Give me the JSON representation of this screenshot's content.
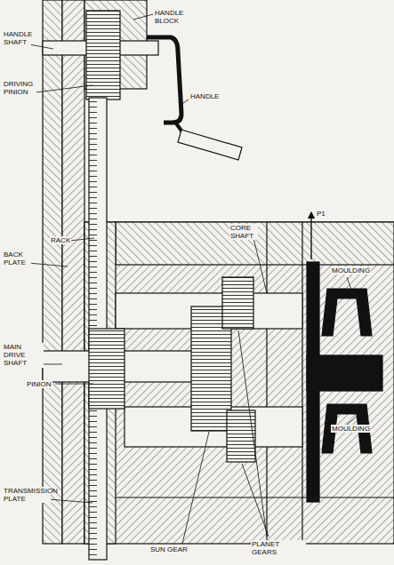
{
  "diagram": {
    "labels": [
      "HANDLE BLOCK",
      "HANDLE SHAFT",
      "DRIVING PINION",
      "HANDLE",
      "RACK",
      "BACK PLATE",
      "CORE SHAFT",
      "P1",
      "MOULDING",
      "MAIN DRIVE SHAFT",
      "PINION",
      "MOULDING",
      "TRANSMISSION PLATE",
      "SUN GEAR",
      "PLANET GEARS"
    ]
  }
}
